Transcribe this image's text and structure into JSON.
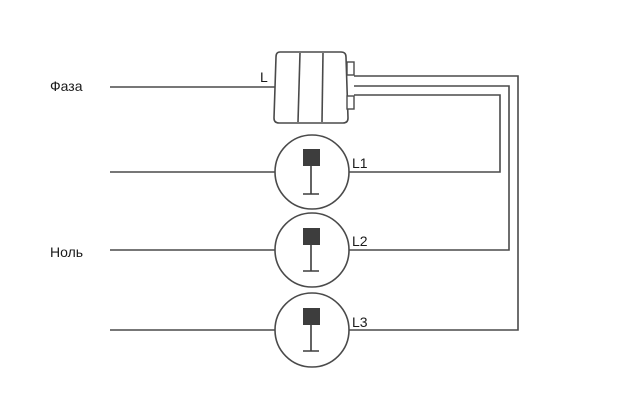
{
  "labels": {
    "phase": "Фаза",
    "neutral": "Ноль",
    "switch_input": "L",
    "lamp1": "L1",
    "lamp2": "L2",
    "lamp3": "L3"
  }
}
